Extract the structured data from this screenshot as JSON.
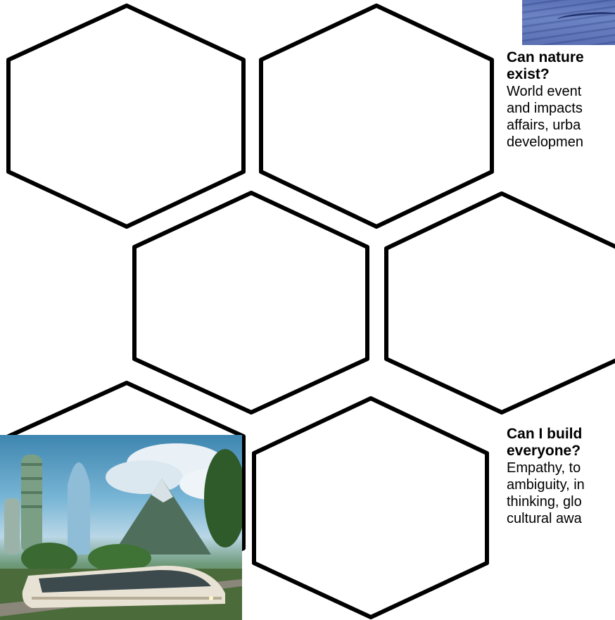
{
  "blocks": [
    {
      "title_lines": [
        "Can nature",
        "exist?"
      ],
      "body_lines": [
        "World event",
        "and impacts",
        "affairs, urba",
        "developmen"
      ]
    },
    {
      "title_lines": [
        "Can I build",
        "everyone?"
      ],
      "body_lines": [
        "Empathy, to",
        "ambiguity, in",
        "thinking, glo",
        "cultural awa"
      ]
    }
  ],
  "images": {
    "top_right": "water-photo",
    "bottom_left": "futuristic-city-train-photo"
  },
  "colors": {
    "outline": "#000000",
    "background": "#ffffff",
    "water": "#5c72b6",
    "train": "#e8e2d4",
    "sky": "#3e86b0"
  }
}
